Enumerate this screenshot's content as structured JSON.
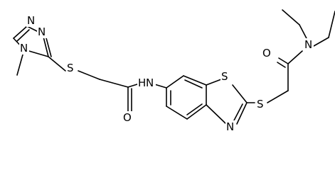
{
  "molecule": {
    "atoms": {
      "n_triazole_1": "N",
      "n_triazole_2": "N",
      "n_triazole_4": "N",
      "s_thioether_left": "S",
      "o_amide_left": "O",
      "n_amide": "N",
      "h_amide": "H",
      "s_benzothiazole": "S",
      "n_benzothiazole": "N",
      "s_thioether_right": "S",
      "o_amide_right": "O",
      "n_diethyl": "N"
    }
  }
}
